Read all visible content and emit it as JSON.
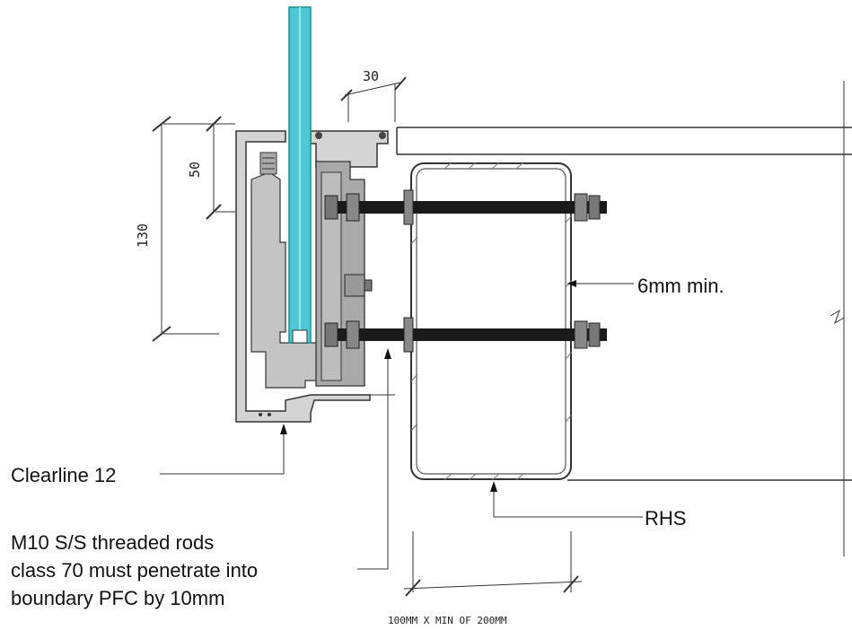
{
  "dimensions": {
    "top_offset": "30",
    "upper": "50",
    "overall": "130",
    "rhs_size": "100MM X MIN OF 200MM"
  },
  "labels": {
    "wall": "6mm min.",
    "clearline": "Clearline 12",
    "rods": [
      "M10 S/S threaded rods",
      "class 70 must penetrate into",
      "boundary PFC by 10mm"
    ],
    "rhs": "RHS"
  },
  "colors": {
    "glass": "#4ec8d4",
    "glass_edge": "#1f8a93",
    "aluminium": "#c4c4c4",
    "clamp_block": "#a9a9a9",
    "rod": "#1a1a1a",
    "line": "#333333"
  }
}
